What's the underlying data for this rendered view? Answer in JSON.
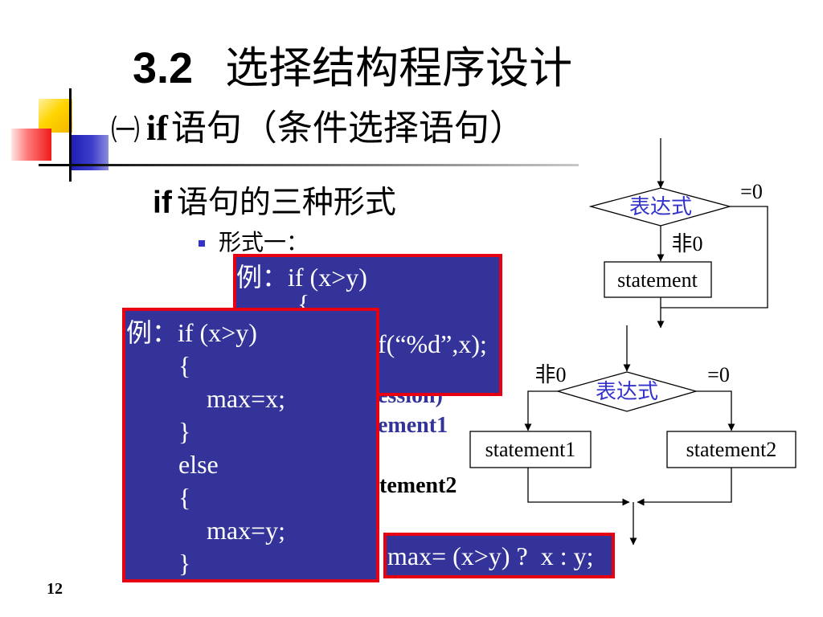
{
  "slide": {
    "title_number": "3.2",
    "title_text": "选择结构程序设计",
    "subtitle_marker": "㈠",
    "subtitle_keyword": "if",
    "subtitle_text": "语句（条件选择语句）",
    "heading_keyword": "if",
    "heading_text": "语句的三种形式",
    "bullet_text": "形式一：",
    "page_number": "12"
  },
  "code_box_1": {
    "lines": [
      "例：if (x>y)",
      "{",
      "f(“%d”,x);"
    ]
  },
  "code_box_2": {
    "lines": [
      "例：if (x>y)",
      "{",
      "max=x;",
      "}",
      "else",
      "{",
      "max=y;",
      "}"
    ]
  },
  "code_box_3": {
    "text": "max= (x>y) ?  x : y;"
  },
  "covered_text": [
    "ession)",
    "ement1",
    "tement2"
  ],
  "flowchart_1": {
    "condition": "表达式",
    "zero_label": "=0",
    "nonzero_label": "非0",
    "statement": "statement"
  },
  "flowchart_2": {
    "condition": "表达式",
    "nonzero_label": "非0",
    "zero_label": "=0",
    "statement_1": "statement1",
    "statement_2": "statement2"
  },
  "colors": {
    "code_box_fill": "#333399",
    "code_box_border": "#E60012",
    "code_text": "#FFFFFF",
    "condition_text": "#3333CC",
    "bullet": "#3333CC",
    "covered_text_blue": "#333399"
  }
}
